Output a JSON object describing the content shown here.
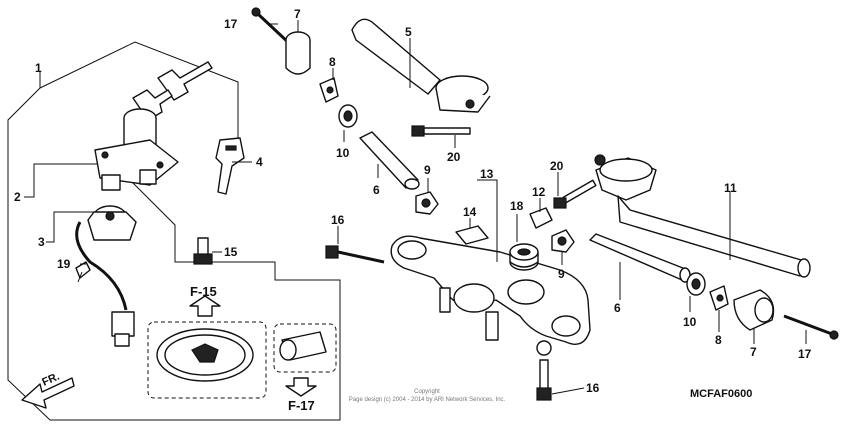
{
  "callouts": {
    "c1": "1",
    "c2": "2",
    "c3": "3",
    "c4": "4",
    "c5": "5",
    "c6a": "6",
    "c6b": "6",
    "c7a": "7",
    "c7b": "7",
    "c8a": "8",
    "c8b": "8",
    "c9a": "9",
    "c9b": "9",
    "c10a": "10",
    "c10b": "10",
    "c11": "11",
    "c12": "12",
    "c13": "13",
    "c14": "14",
    "c15": "15",
    "c16a": "16",
    "c16b": "16",
    "c17a": "17",
    "c17b": "17",
    "c18": "18",
    "c19": "19",
    "c20a": "20",
    "c20b": "20"
  },
  "refs": {
    "f15": "F-15",
    "f17": "F-17"
  },
  "front_label": "FR.",
  "diagram_code": "MCFAF0600",
  "copyright": {
    "line1": "Copyright",
    "line2": "Page design (c) 2004 - 2014 by ARI Network Services, Inc."
  }
}
